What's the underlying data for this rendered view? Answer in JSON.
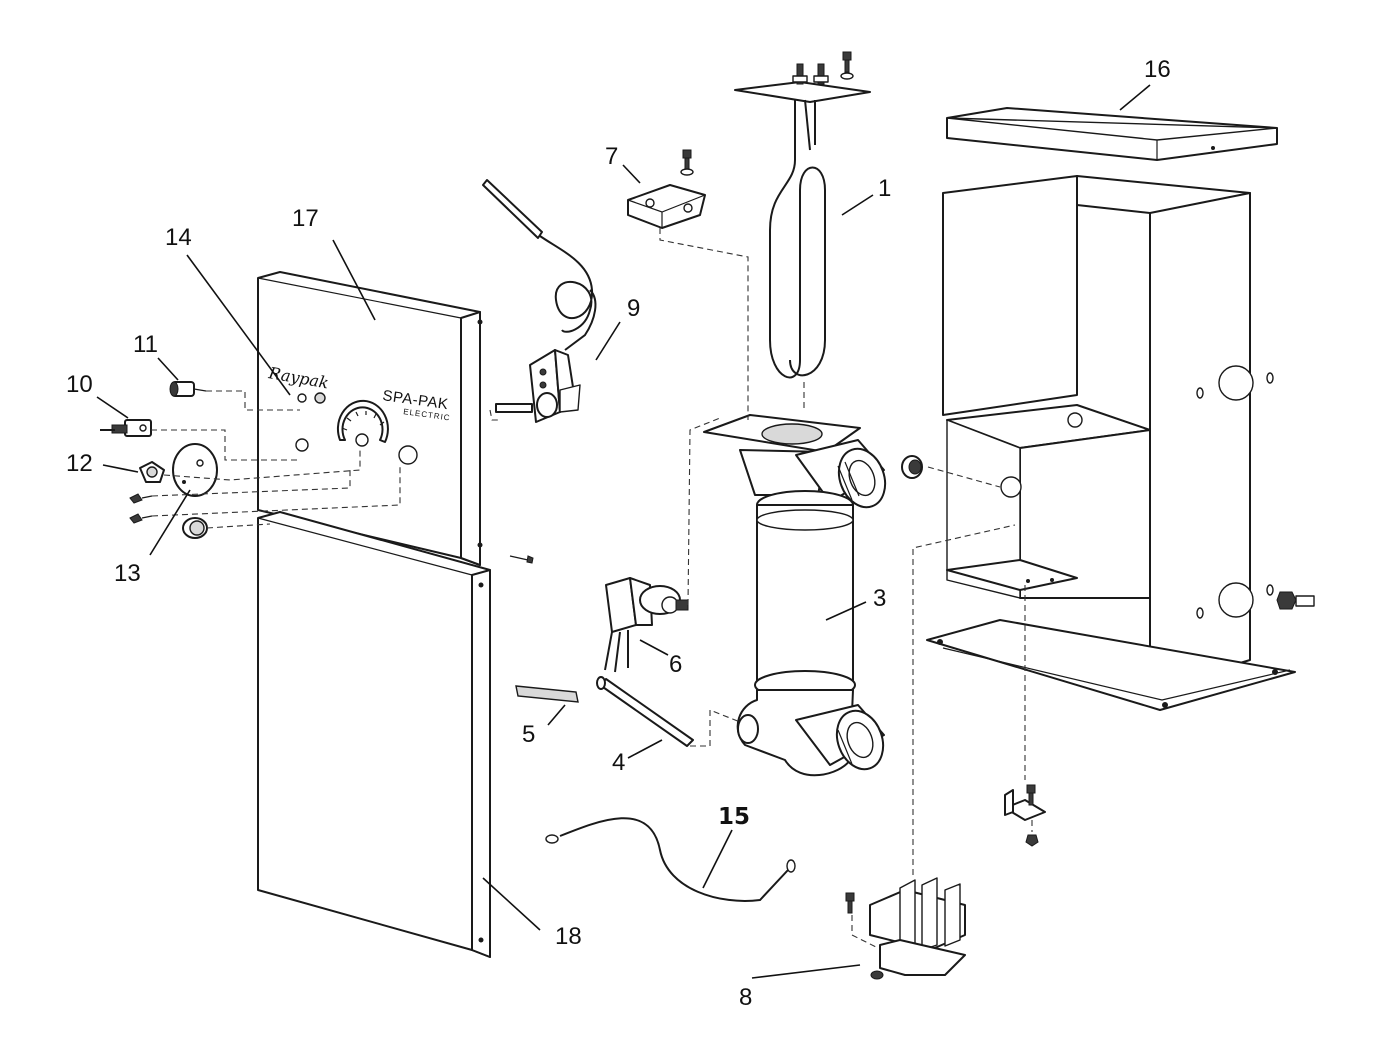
{
  "panel_text": {
    "brand": "Raypak",
    "model": "SPA-PAK",
    "model_sub": "ELECTRIC"
  },
  "callouts": [
    {
      "id": "c1",
      "label": "1"
    },
    {
      "id": "c3",
      "label": "3"
    },
    {
      "id": "c4",
      "label": "4"
    },
    {
      "id": "c5",
      "label": "5"
    },
    {
      "id": "c6",
      "label": "6"
    },
    {
      "id": "c7",
      "label": "7"
    },
    {
      "id": "c8",
      "label": "8"
    },
    {
      "id": "c9",
      "label": "9"
    },
    {
      "id": "c10",
      "label": "10"
    },
    {
      "id": "c11",
      "label": "11"
    },
    {
      "id": "c12",
      "label": "12"
    },
    {
      "id": "c13",
      "label": "13"
    },
    {
      "id": "c14",
      "label": "14"
    },
    {
      "id": "c15",
      "label": "15"
    },
    {
      "id": "c16",
      "label": "16"
    },
    {
      "id": "c17",
      "label": "17"
    },
    {
      "id": "c18",
      "label": "18"
    }
  ]
}
